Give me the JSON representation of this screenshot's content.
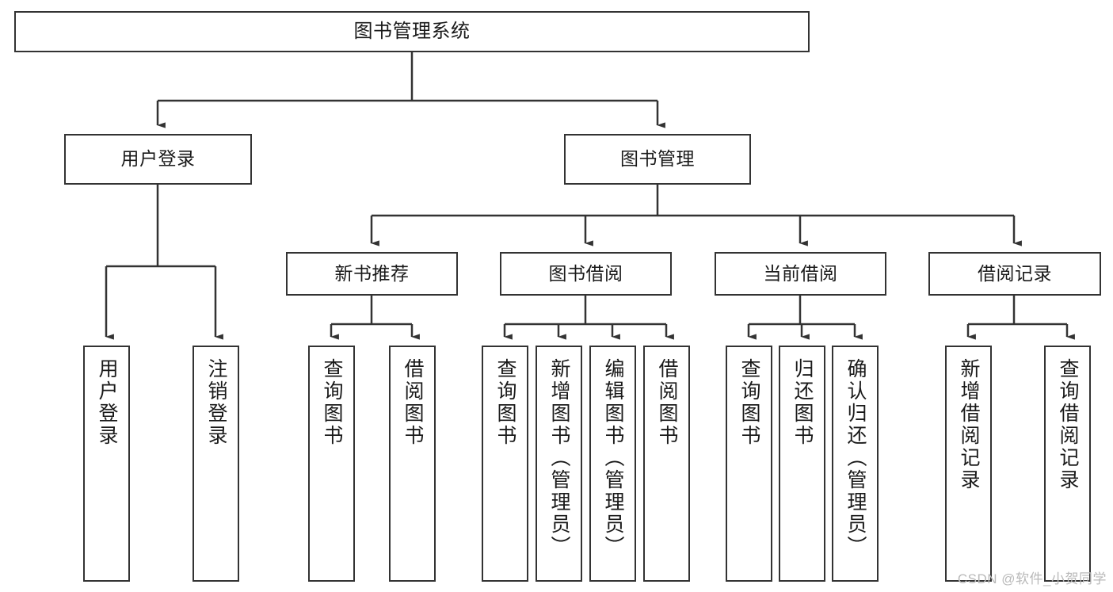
{
  "diagram": {
    "title": "图书管理系统",
    "watermark": "CSDN @软件_小贺同学",
    "line_color": "#333333",
    "box_fill": "#ffffff",
    "text_color": "#1a1a1a",
    "levels": {
      "root": {
        "label": "图书管理系统"
      },
      "tier2": [
        {
          "label": "用户登录"
        },
        {
          "label": "图书管理"
        }
      ],
      "tier3": [
        {
          "label": "新书推荐"
        },
        {
          "label": "图书借阅"
        },
        {
          "label": "当前借阅"
        },
        {
          "label": "借阅记录"
        }
      ],
      "leaves": {
        "user_login": [
          {
            "label": "用户登录"
          },
          {
            "label": "注销登录"
          }
        ],
        "new_book_recommend": [
          {
            "label": "查询图书"
          },
          {
            "label": "借阅图书"
          }
        ],
        "book_borrow": [
          {
            "label": "查询图书"
          },
          {
            "label": "新增图书（管理员）"
          },
          {
            "label": "编辑图书（管理员）"
          },
          {
            "label": "借阅图书"
          }
        ],
        "current_borrow": [
          {
            "label": "查询图书"
          },
          {
            "label": "归还图书"
          },
          {
            "label": "确认归还（管理员）"
          }
        ],
        "borrow_record": [
          {
            "label": "新增借阅记录"
          },
          {
            "label": "查询借阅记录"
          }
        ]
      }
    }
  }
}
